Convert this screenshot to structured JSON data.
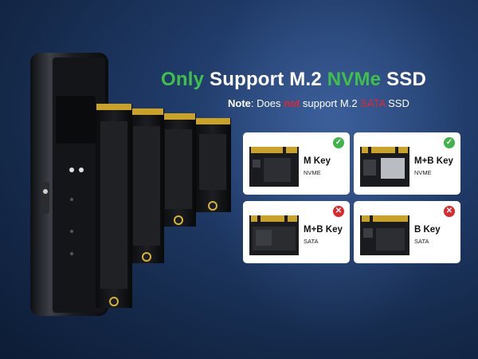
{
  "headline": {
    "part1": "Only",
    "part2": " Support M.2 ",
    "part3": "NVMe",
    "part4": " SSD"
  },
  "note": {
    "label": "Note",
    "text1": ": Does ",
    "not": "not",
    "text2": " support M.2 ",
    "sata": "SATA",
    "text3": " SSD"
  },
  "cards": [
    {
      "key": "M Key",
      "type": "NVME",
      "supported": true
    },
    {
      "key": "M+B Key",
      "type": "NVME",
      "supported": true
    },
    {
      "key": "M+B Key",
      "type": "SATA",
      "supported": false
    },
    {
      "key": "B Key",
      "type": "SATA",
      "supported": false
    }
  ],
  "colors": {
    "accent_green": "#3fc04a",
    "accent_red": "#e3262b",
    "background": "#1f3a67"
  },
  "icons": {
    "supported": "check-icon",
    "unsupported": "cross-icon"
  }
}
